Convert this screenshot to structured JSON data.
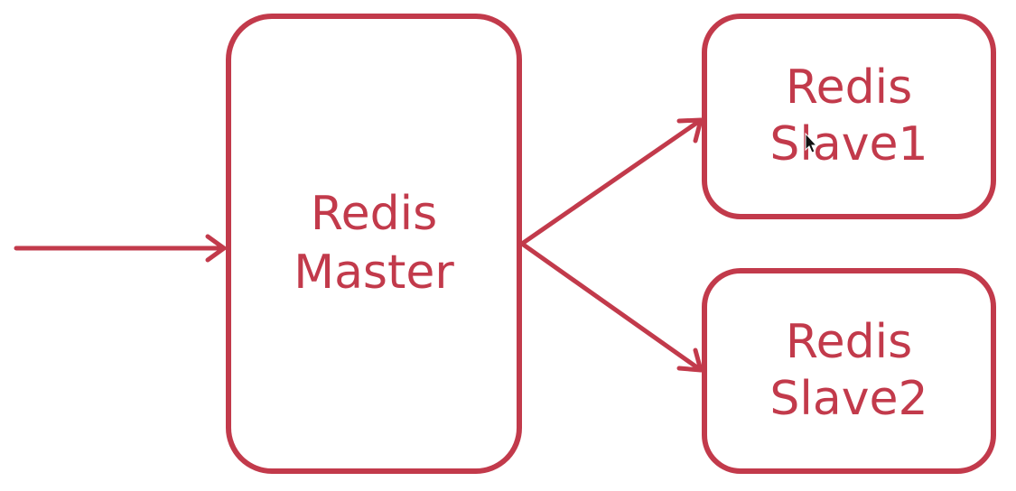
{
  "colors": {
    "stroke": "#c23a4b",
    "text": "#c23a4b",
    "background": "#ffffff"
  },
  "nodes": {
    "master": {
      "line1": "Redis",
      "line2": "Master"
    },
    "slave1": {
      "line1": "Redis",
      "line2": "Slave1"
    },
    "slave2": {
      "line1": "Redis",
      "line2": "Slave2"
    }
  }
}
